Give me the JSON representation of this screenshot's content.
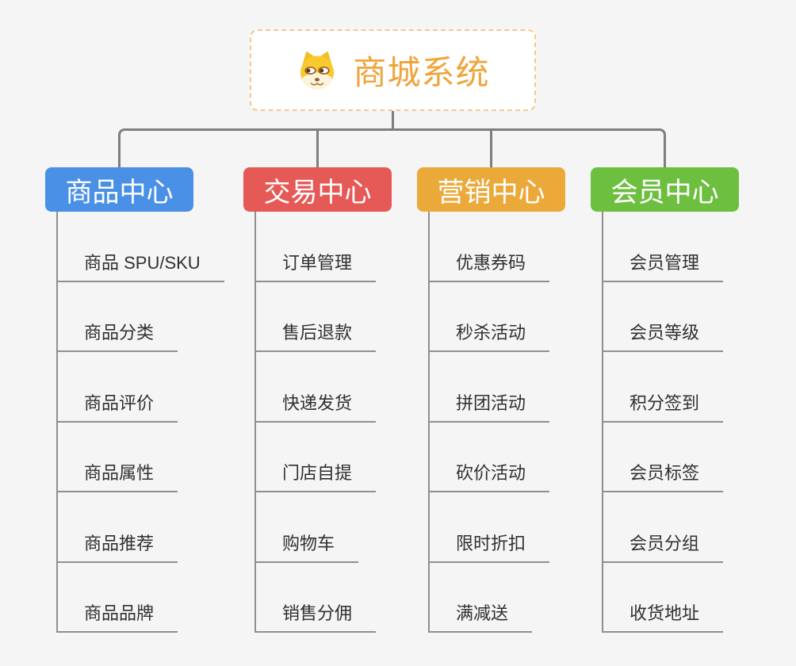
{
  "root": {
    "title": "商城系统",
    "icon": "dog-icon",
    "accent_color": "#F0A43C",
    "border_color": "#F5C98A"
  },
  "branches": [
    {
      "label": "商品中心",
      "color": "#4A90E6",
      "items": [
        "商品 SPU/SKU",
        "商品分类",
        "商品评价",
        "商品属性",
        "商品推荐",
        "商品品牌"
      ]
    },
    {
      "label": "交易中心",
      "color": "#E55A57",
      "items": [
        "订单管理",
        "售后退款",
        "快递发货",
        "门店自提",
        "购物车",
        "销售分佣"
      ]
    },
    {
      "label": "营销中心",
      "color": "#EBA93A",
      "items": [
        "优惠券码",
        "秒杀活动",
        "拼团活动",
        "砍价活动",
        "限时折扣",
        "满减送"
      ]
    },
    {
      "label": "会员中心",
      "color": "#6DBF40",
      "items": [
        "会员管理",
        "会员等级",
        "积分签到",
        "会员标签",
        "会员分组",
        "收货地址"
      ]
    }
  ],
  "connector_color": "#7E7E7E",
  "leaf_line_color": "#8F8F8F",
  "background_color": "#F5F5F5"
}
